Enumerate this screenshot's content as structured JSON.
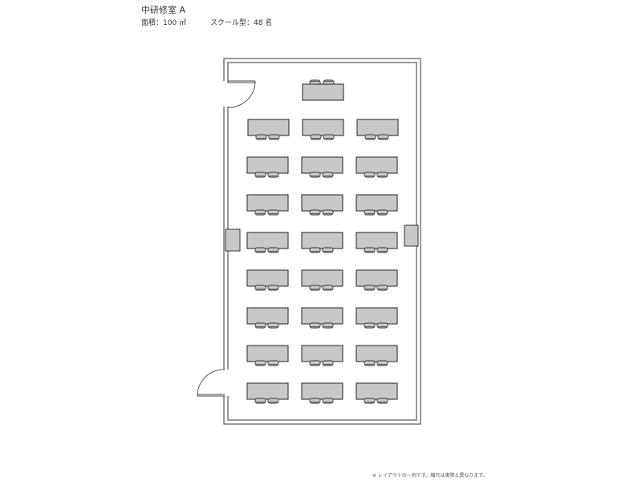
{
  "room": {
    "name": "中研修室 A",
    "area": "面積：100 ㎡",
    "capacity": "スクール型：48 名"
  },
  "layout": {
    "style": "school",
    "desk_rows": 8,
    "desk_columns": 3,
    "chairs_per_desk": 2,
    "lectern_desks": 1,
    "desk_color": "#c8c8c8",
    "wall_color": "#555555"
  },
  "note": "※ レイアウトの一例です。縮尺は実際と異なります。"
}
